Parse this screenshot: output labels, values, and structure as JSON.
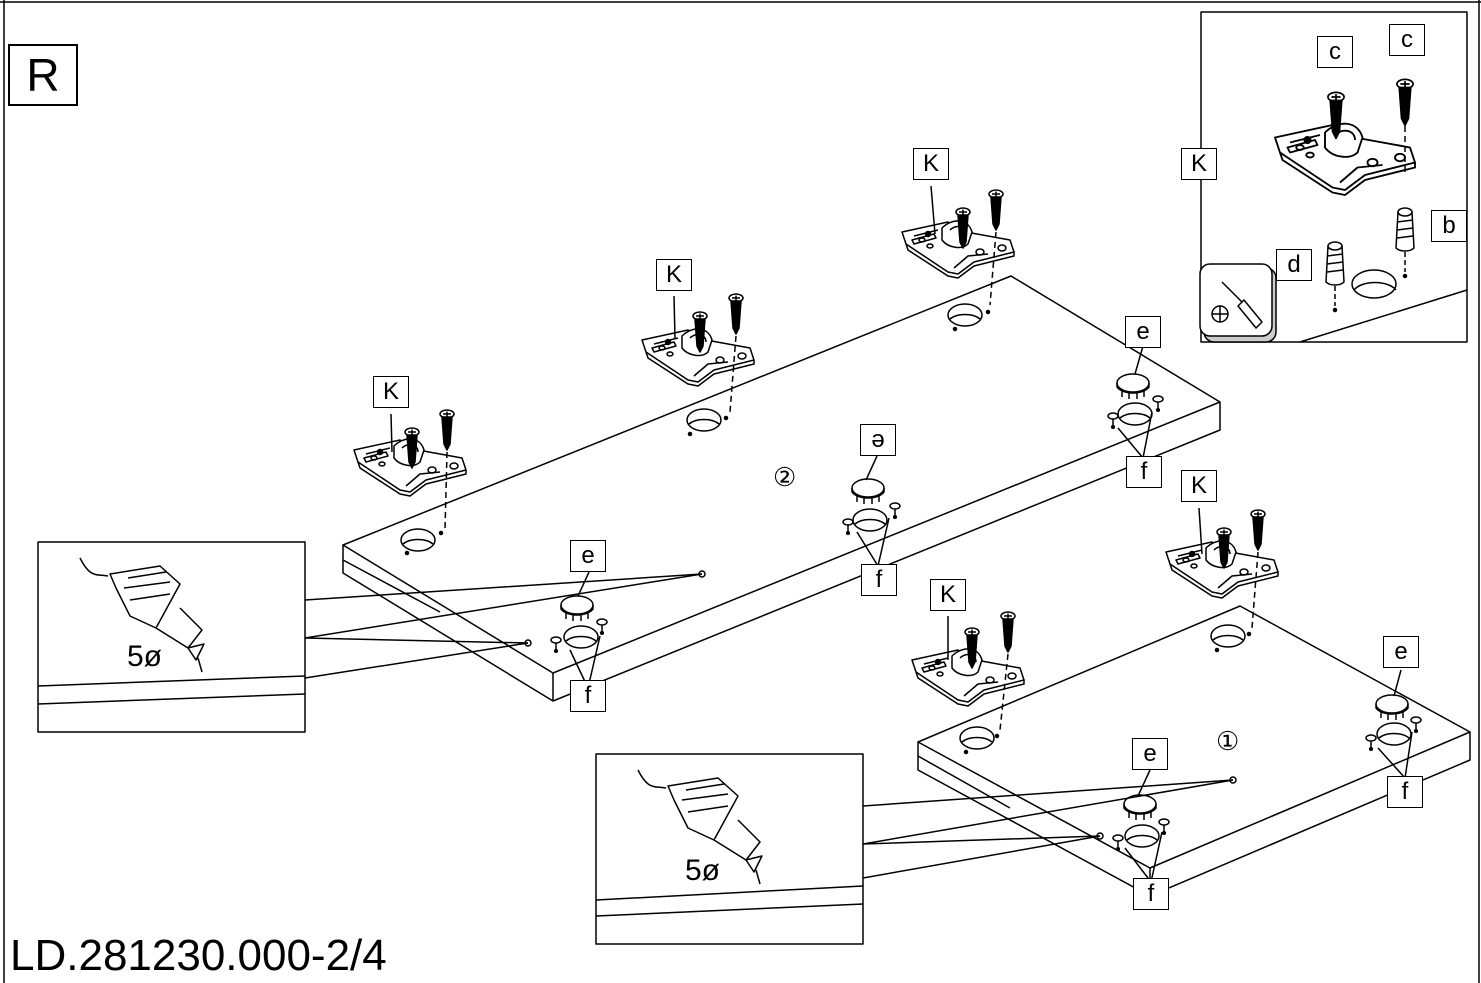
{
  "step_label": "R",
  "document_code": "LD.281230.000-2/4",
  "panel_numbers": [
    "②",
    "①"
  ],
  "part_labels": {
    "hinge": "K",
    "screw": "c",
    "dowel_b": "b",
    "dowel_d": "d",
    "cap": "e",
    "cap_alt": "ә",
    "pin": "f"
  },
  "drill_size": "5ø",
  "icons": [
    "screwdriver-icon",
    "drill-icon"
  ]
}
